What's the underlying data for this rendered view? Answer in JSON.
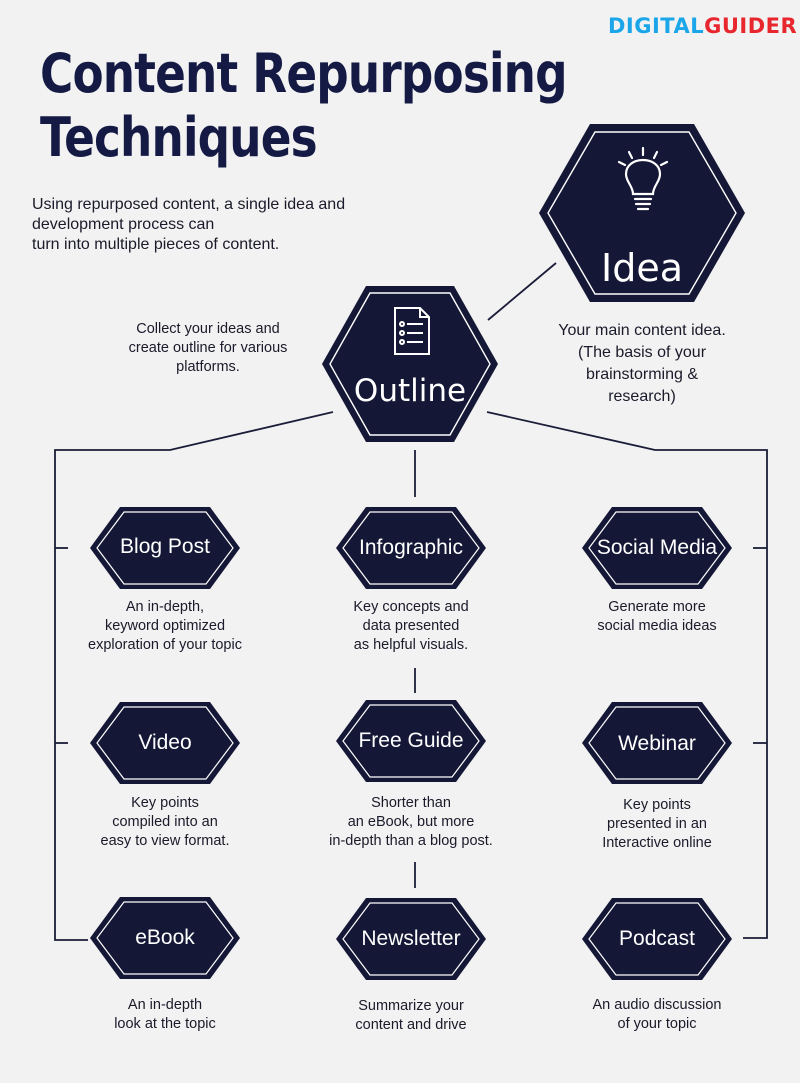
{
  "brand": {
    "part1": "DIGITAL",
    "part2": "GUIDER"
  },
  "title": {
    "line1": "Content Repurposing",
    "line2": "Techniques"
  },
  "subtitle": [
    "Using repurposed content, a single idea and",
    "development process can",
    "turn into multiple pieces of content."
  ],
  "idea": {
    "label": "Idea",
    "desc": [
      "Your main content idea.",
      "(The basis of your",
      "brainstorming &",
      "research)"
    ]
  },
  "outline": {
    "label": "Outline",
    "desc": [
      "Collect your ideas and",
      "create outline for various",
      "platforms."
    ]
  },
  "nodes": [
    {
      "label": "Blog Post",
      "desc": [
        "An in-depth,",
        "keyword optimized",
        "exploration of your topic"
      ]
    },
    {
      "label": "Infographic",
      "desc": [
        "Key concepts and",
        "data presented",
        "as helpful visuals."
      ]
    },
    {
      "label": "Social Media",
      "desc": [
        "Generate more",
        "social media ideas"
      ]
    },
    {
      "label": "Video",
      "desc": [
        "Key points",
        "compiled into an",
        "easy to view format."
      ]
    },
    {
      "label": "Free Guide",
      "desc": [
        "Shorter than",
        "an eBook, but more",
        "in-depth than a blog post."
      ]
    },
    {
      "label": "Webinar",
      "desc": [
        "Key points",
        "presented in an",
        "Interactive online"
      ]
    },
    {
      "label": "eBook",
      "desc": [
        "An in-depth",
        "look at the topic"
      ]
    },
    {
      "label": "Newsletter",
      "desc": [
        "Summarize your",
        "content and drive"
      ]
    },
    {
      "label": "Podcast",
      "desc": [
        "An audio discussion",
        "of your topic"
      ]
    }
  ],
  "colors": {
    "hex_fill": "#141735",
    "hex_stroke": "#141735",
    "background": "#f2f2f2",
    "brand_blue": "#1aa6e8",
    "brand_red": "#e8262d"
  },
  "icons": {
    "idea": "lightbulb-icon",
    "outline": "document-list-icon"
  }
}
